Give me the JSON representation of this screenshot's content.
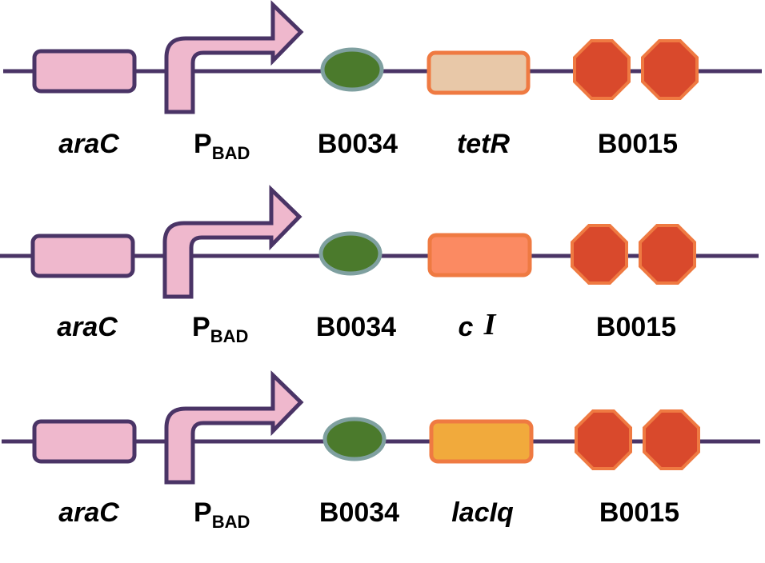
{
  "colors": {
    "backbone": "#4a3466",
    "gene_pink_fill": "#efb8cd",
    "promoter_fill": "#efb8cd",
    "rbs_fill": "#4b7a2c",
    "rbs_stroke": "#7fa0a0",
    "terminator_fill": "#d9492c",
    "terminator_stroke": "#ef7a42",
    "orange_stroke": "#ef7a42"
  },
  "constructs": [
    {
      "labels": {
        "gene1": "araC",
        "promoter_main": "P",
        "promoter_sub": "BAD",
        "rbs": "B0034",
        "gene2": "tetR",
        "terminator": "B0015"
      },
      "gene2_fill": "#e8c8a8"
    },
    {
      "labels": {
        "gene1": "araC",
        "promoter_main": "P",
        "promoter_sub": "BAD",
        "rbs": "B0034",
        "gene2_prefix": "c",
        "gene2_suffix": "I",
        "terminator": "B0015"
      },
      "gene2_fill": "#fb8a62"
    },
    {
      "labels": {
        "gene1": "araC",
        "promoter_main": "P",
        "promoter_sub": "BAD",
        "rbs": "B0034",
        "gene2": "lacIq",
        "terminator": "B0015"
      },
      "gene2_fill": "#f1aa3c"
    }
  ]
}
